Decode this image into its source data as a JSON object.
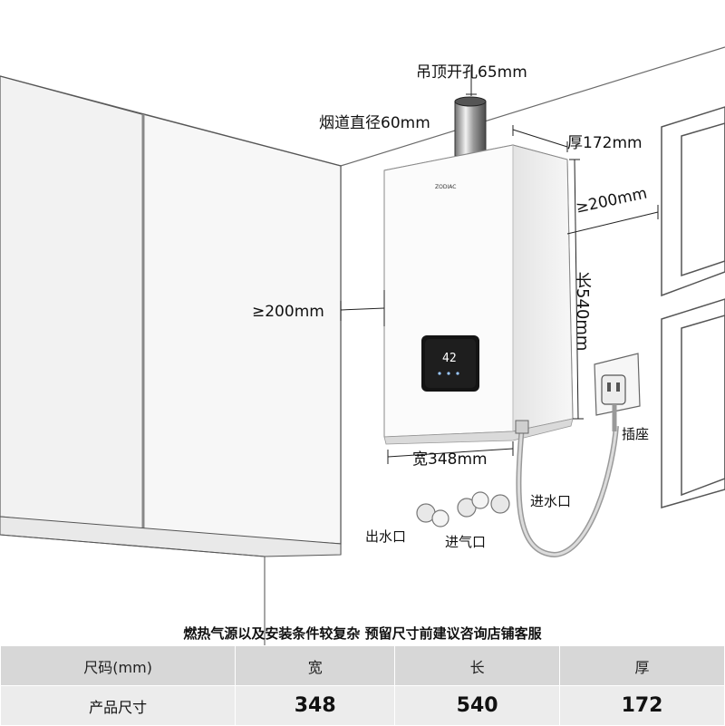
{
  "labels": {
    "ceiling_hole": "吊顶开孔65mm",
    "flue_diameter": "烟道直径60mm",
    "thickness": "厚172mm",
    "clearance_right": "≥200mm",
    "clearance_left": "≥200mm",
    "length": "长540mm",
    "width": "宽348mm",
    "socket": "插座",
    "water_outlet": "出水口",
    "gas_inlet": "进气口",
    "water_inlet": "进水口",
    "brand": "ZODIAC",
    "display_value": "42"
  },
  "note": "燃热气源以及安装条件较复杂 预留尺寸前建议咨询店铺客服",
  "table": {
    "headers": [
      "尺码(mm)",
      "宽",
      "长",
      "厚"
    ],
    "row_label": "产品尺寸",
    "values": [
      "348",
      "540",
      "172"
    ]
  }
}
